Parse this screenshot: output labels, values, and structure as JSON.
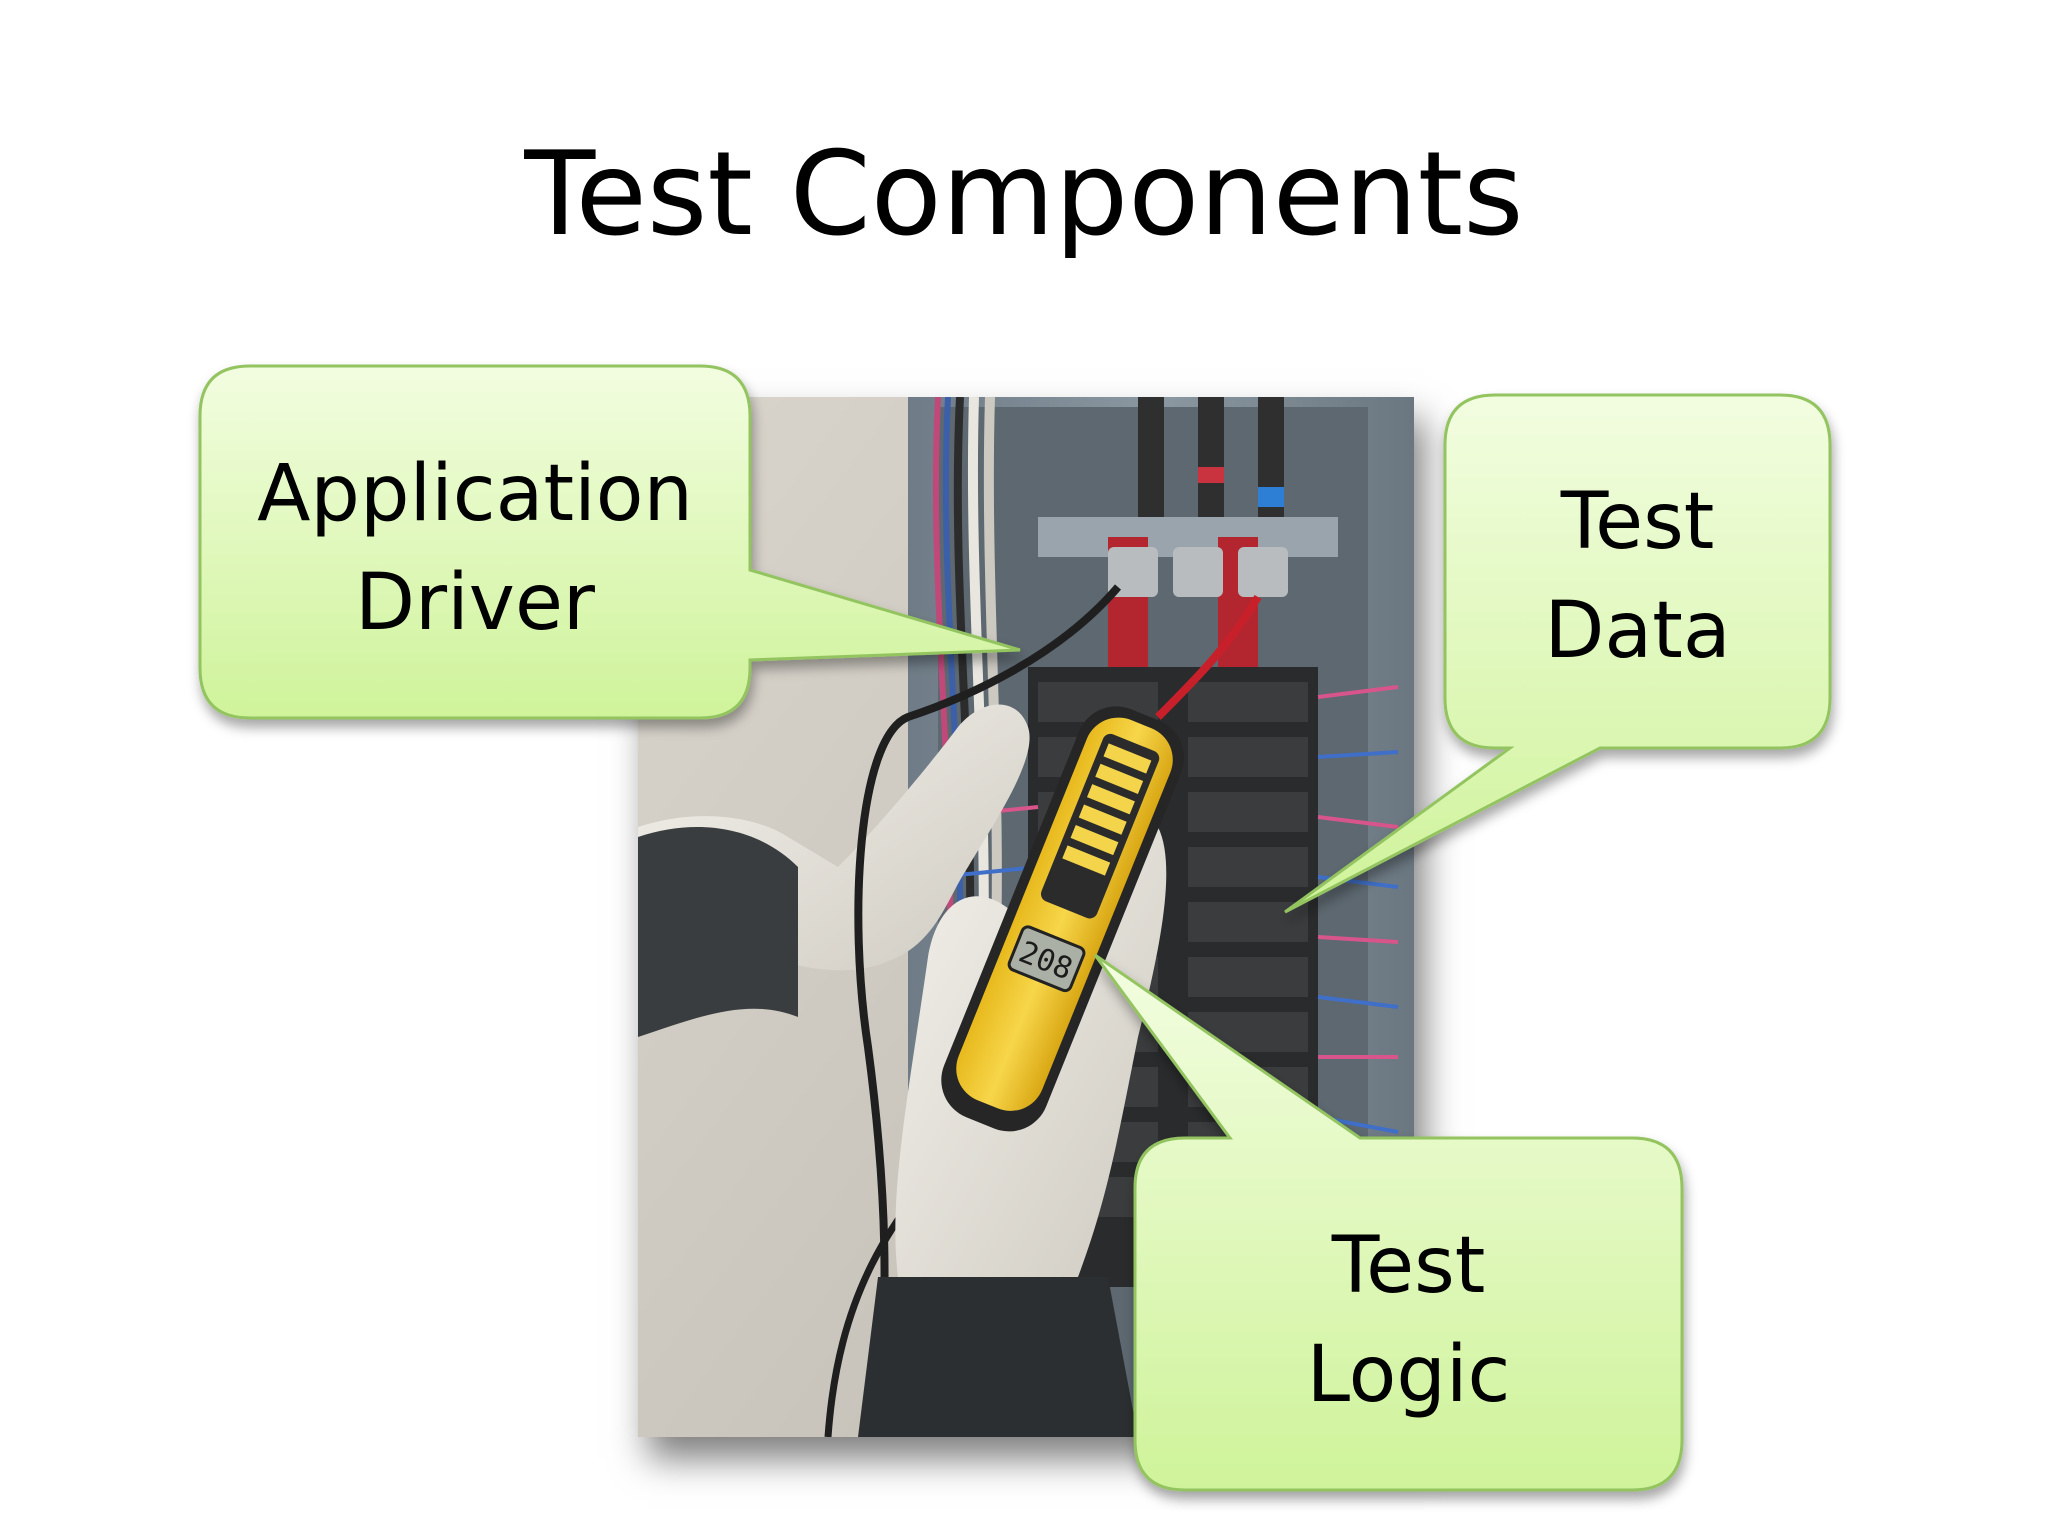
{
  "slide": {
    "title": "Test Components",
    "photo_description_icon": "voltage-tester-photo",
    "callout_fill": "#d6f5a6",
    "callout_stroke": "#93c461",
    "callouts": {
      "application_driver": "Application\nDriver",
      "test_data": "Test\nData",
      "test_logic": "Test\nLogic"
    },
    "tester_display": "208"
  }
}
